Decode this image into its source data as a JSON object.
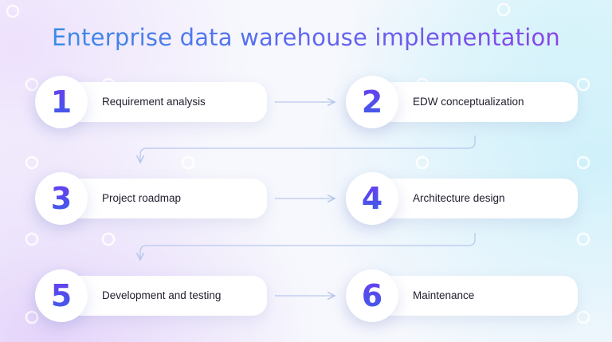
{
  "title": "Enterprise data warehouse implementation",
  "steps": [
    {
      "number": "1",
      "label": "Requirement analysis"
    },
    {
      "number": "2",
      "label": "EDW conceptualization"
    },
    {
      "number": "3",
      "label": "Project roadmap"
    },
    {
      "number": "4",
      "label": "Architecture design"
    },
    {
      "number": "5",
      "label": "Development and testing"
    },
    {
      "number": "6",
      "label": "Maintenance"
    }
  ],
  "colors": {
    "title_start": "#3a8de6",
    "title_end": "#8a45e8",
    "number_start": "#6a3cf0",
    "number_end": "#3c5fe8",
    "connector": "#b8c8ee"
  }
}
